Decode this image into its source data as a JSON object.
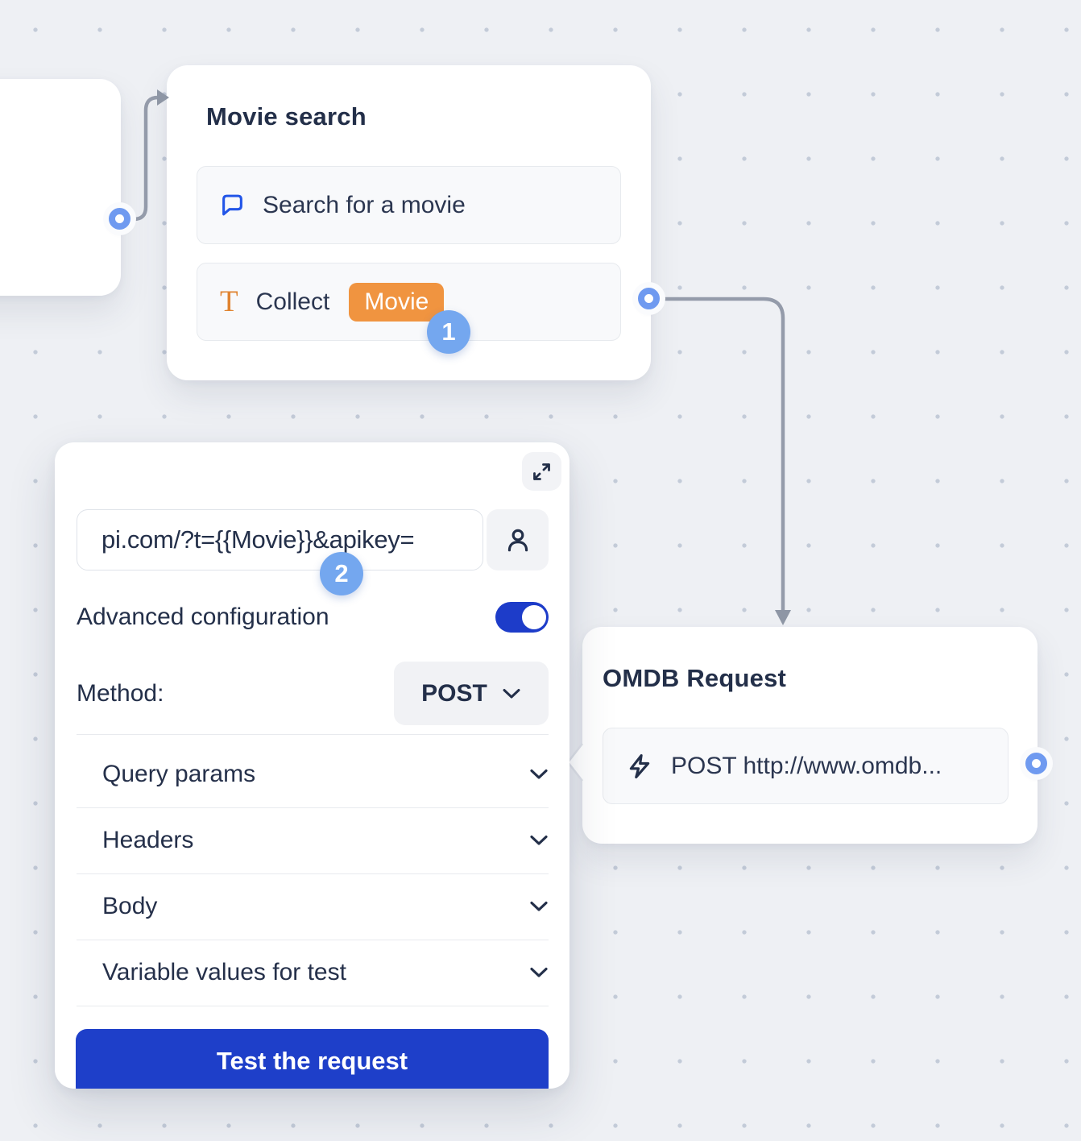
{
  "canvas": {
    "background_color": "#eef0f4",
    "dot_color": "#c3cbd8",
    "connector_color": "#949baa"
  },
  "nodes": {
    "previous_partial": {
      "note_rows": 1
    },
    "movie_search": {
      "title": "Movie search",
      "rows": [
        {
          "icon": "chat-bubble-icon",
          "label": "Search for a movie"
        },
        {
          "icon": "text-collect-icon",
          "label": "Collect",
          "variable_badge": "Movie"
        }
      ],
      "step_badge": "1"
    },
    "omdb_request": {
      "title": "OMDB Request",
      "rows": [
        {
          "icon": "webhook-bolt-icon",
          "label": "POST http://www.omdb..."
        }
      ]
    }
  },
  "panel": {
    "url_value": "pi.com/?t={{Movie}}&apikey=",
    "advanced_label": "Advanced configuration",
    "advanced_on": "true",
    "method_label": "Method:",
    "method_value": "POST",
    "sections": [
      "Query params",
      "Headers",
      "Body",
      "Variable values for test"
    ],
    "test_button": "Test the request",
    "step_badge": "2"
  },
  "icons": {
    "expand": "expand-icon",
    "person": "person-icon",
    "chat": "chat-bubble-icon",
    "collect": "text-collect-icon",
    "bolt": "webhook-bolt-icon",
    "chevron": "chevron-down-icon"
  },
  "colors": {
    "accent_blue": "#1e3fc9",
    "badge_blue": "#74a7ef",
    "port_blue": "#6f9af0",
    "orange": "#f09440",
    "icon_blue": "#2356e8",
    "text_dark": "#232f49"
  }
}
